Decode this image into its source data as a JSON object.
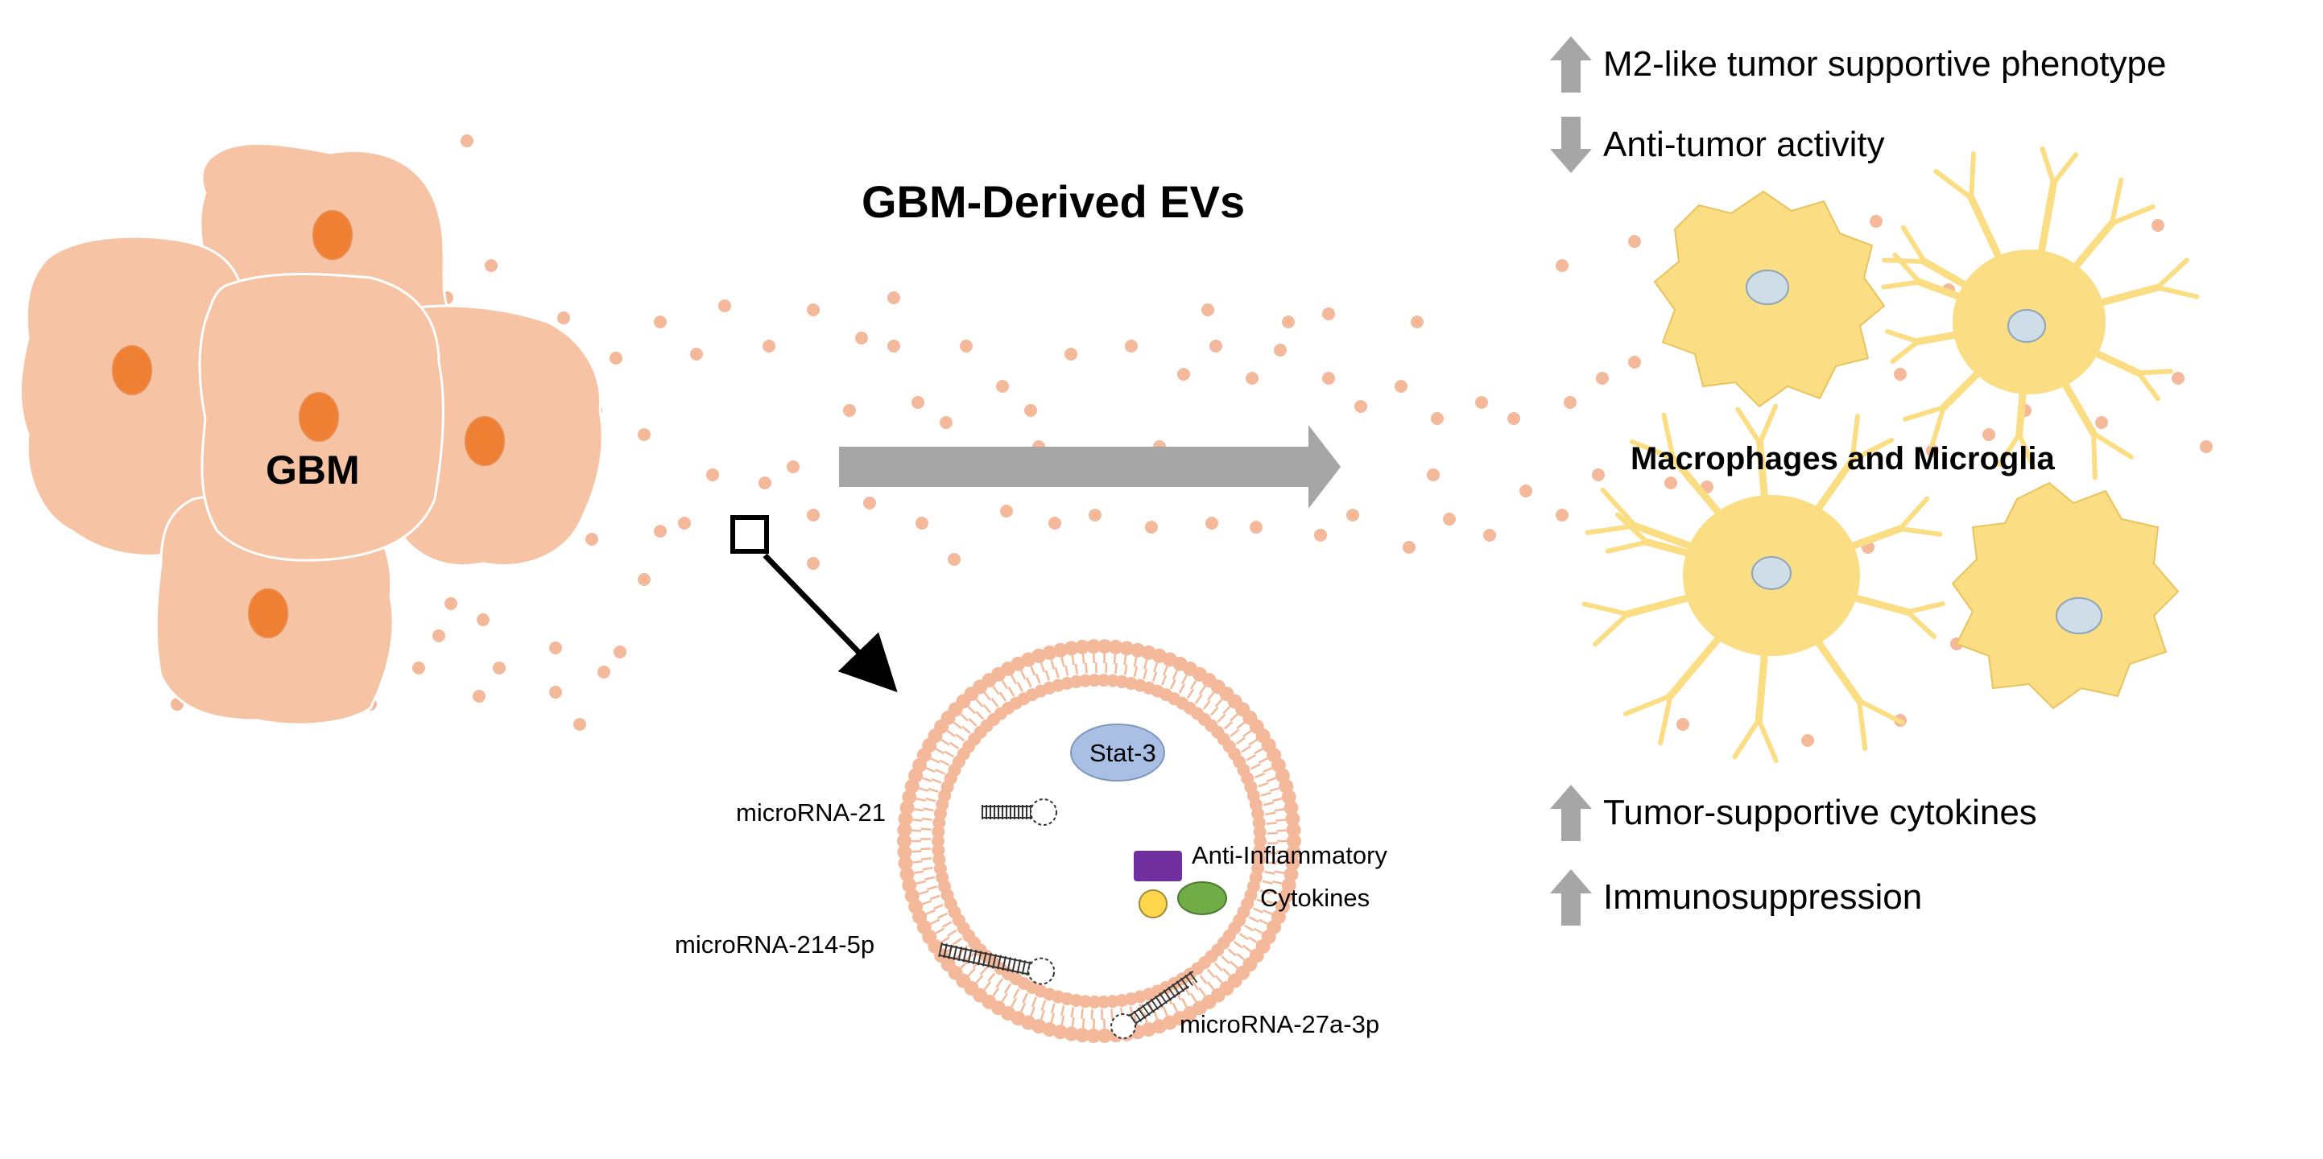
{
  "title": "GBM-Derived EVs",
  "tumor": {
    "label": "GBM"
  },
  "target": {
    "label": "Macrophages and Microglia"
  },
  "effects_top": [
    {
      "direction": "up",
      "text": "M2-like tumor supportive phenotype"
    },
    {
      "direction": "down",
      "text": "Anti-tumor activity"
    }
  ],
  "effects_bottom": [
    {
      "direction": "up",
      "text": "Tumor-supportive cytokines"
    },
    {
      "direction": "up",
      "text": "Immunosuppression"
    }
  ],
  "vesicle_cargo": {
    "stat": "Stat-3",
    "mirnas": [
      "microRNA-21",
      "microRNA-214-5p",
      "microRNA-27a-3p"
    ],
    "cytokines_line1": "Anti-Inflammatory",
    "cytokines_line2": "Cytokines"
  },
  "colors": {
    "tumor_cell": "#f6c4a4",
    "tumor_nucleus": "#ef7f32",
    "ev_dot": "#f4b99a",
    "immune_cell": "#fbdd84",
    "immune_nucleus": "#cfdde8",
    "arrow_gray": "#a6a6a6",
    "stat_fill": "#a9c0e4",
    "cytokine_purple": "#7030a0",
    "cytokine_yellow": "#ffd74a",
    "cytokine_green": "#70ad47"
  }
}
